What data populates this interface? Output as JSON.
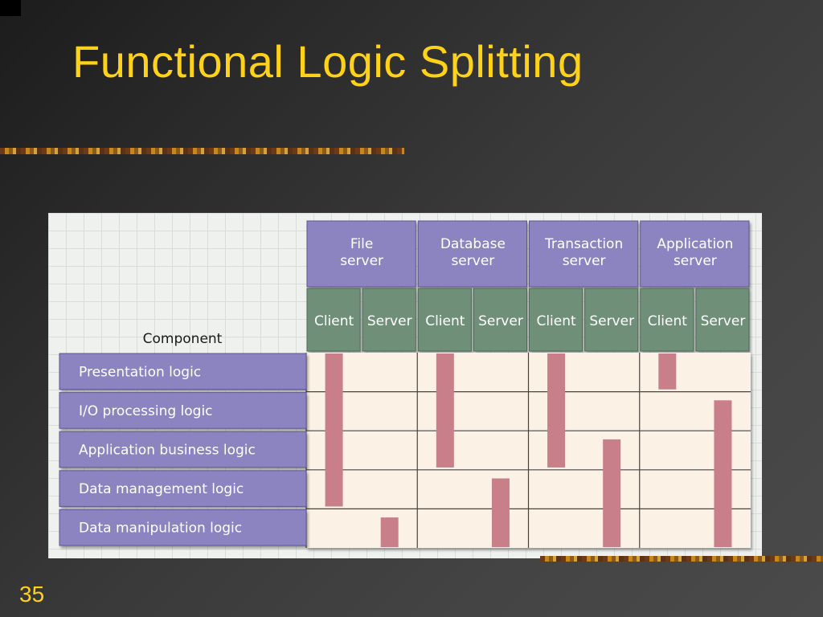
{
  "slide": {
    "title": "Functional Logic Splitting",
    "page_number": "35"
  },
  "diagram": {
    "component_label": "Component",
    "server_types": [
      {
        "label_lines": [
          "File",
          "server"
        ]
      },
      {
        "label_lines": [
          "Database",
          "server"
        ]
      },
      {
        "label_lines": [
          "Transaction",
          "server"
        ]
      },
      {
        "label_lines": [
          "Application",
          "server"
        ]
      }
    ],
    "sub_columns": [
      "Client",
      "Server"
    ],
    "components": [
      "Presentation logic",
      "I/O processing logic",
      "Application business logic",
      "Data management logic",
      "Data manipulation logic"
    ],
    "placements": [
      {
        "server_type": 0,
        "side": 0,
        "from_row": 0,
        "to_row": 3
      },
      {
        "server_type": 0,
        "side": 1,
        "from_row": 4,
        "to_row": 4
      },
      {
        "server_type": 1,
        "side": 0,
        "from_row": 0,
        "to_row": 2
      },
      {
        "server_type": 1,
        "side": 1,
        "from_row": 3,
        "to_row": 4
      },
      {
        "server_type": 2,
        "side": 0,
        "from_row": 0,
        "to_row": 2
      },
      {
        "server_type": 2,
        "side": 1,
        "from_row": 2,
        "to_row": 4
      },
      {
        "server_type": 3,
        "side": 0,
        "from_row": 0,
        "to_row": 0
      },
      {
        "server_type": 3,
        "side": 1,
        "from_row": 1,
        "to_row": 4
      }
    ],
    "colors": {
      "header_purple": "#8b84c0",
      "subheader_green": "#6f8f78",
      "row_label_purple": "#8b84c0",
      "cell_background": "#fbf1e4",
      "bar": "#c97f8a"
    }
  }
}
